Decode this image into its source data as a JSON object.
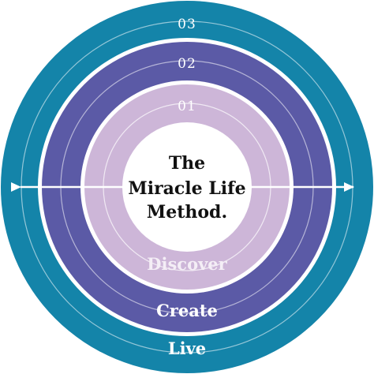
{
  "diagram": {
    "center_title_lines": [
      "The",
      "Miracle Life",
      "Method."
    ],
    "rings": [
      {
        "number": "03",
        "label": "Live",
        "color": "#1484a9"
      },
      {
        "number": "02",
        "label": "Create",
        "color": "#5b5aa6"
      },
      {
        "number": "01",
        "label": "Discover",
        "color": "#cdb6d8"
      }
    ],
    "arrow_color": "#ffffff",
    "background": "#ffffff"
  }
}
